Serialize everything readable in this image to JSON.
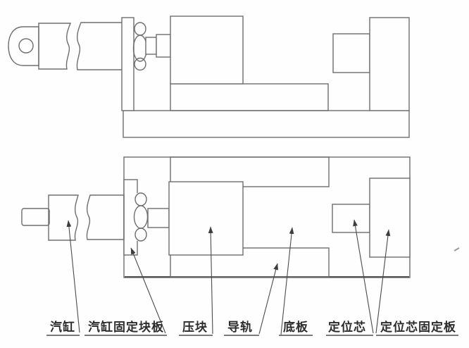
{
  "diagram": {
    "type": "mechanical-two-view-drawing",
    "labels": [
      {
        "id": "cylinder",
        "text": "汽缸"
      },
      {
        "id": "cylinder-fix-plate",
        "text": "汽缸固定块板"
      },
      {
        "id": "press-block",
        "text": "压块"
      },
      {
        "id": "guide-rail",
        "text": "导轨"
      },
      {
        "id": "base-plate",
        "text": "底板"
      },
      {
        "id": "locator-core",
        "text": "定位芯"
      },
      {
        "id": "locator-core-plate",
        "text": "定位芯固定板"
      }
    ],
    "colors": {
      "line": "#6e6e6e",
      "dark_line": "#555555",
      "arrow": "#3d3d3d",
      "text": "#2c2c2c",
      "background": "#fefefe"
    }
  }
}
